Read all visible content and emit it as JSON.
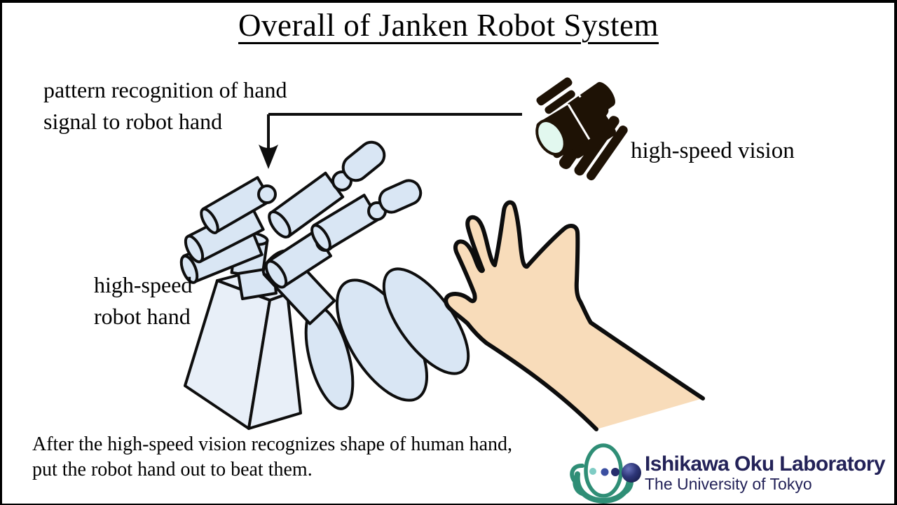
{
  "slide": {
    "title": "Overall of Janken Robot System",
    "annotations": {
      "pattern_line1": "pattern recognition of hand",
      "pattern_line2": "signal to robot hand",
      "vision_label": "high-speed vision",
      "robot_hand_label_line1": "high-speed",
      "robot_hand_label_line2": "robot hand",
      "caption_line1": "After the high-speed vision recognizes shape of human hand,",
      "caption_line2": "put the robot hand out to beat them."
    },
    "logo": {
      "org": "Ishikawa Oku Laboratory",
      "subtitle": "The University of Tokyo"
    },
    "illustrations": {
      "camera_icon": "high-speed-camera-illustration",
      "robot_hand_icon": "robot-hand-on-pyramid-base-illustration",
      "human_hand_icon": "open-human-hand-paper-gesture-illustration",
      "arrow_icon": "signal-flow-arrow-from-camera-to-robot-hand",
      "logo_mark_icon": "ishikawa-oku-lab-flower-mark"
    },
    "colors": {
      "background": "#ffffff",
      "text": "#000000",
      "outline": "#0e0e0e",
      "robot_part_fill": "#d9e6f4",
      "robot_base_fill": "#e8eff8",
      "human_hand_fill": "#f8dcba",
      "camera_dark": "#1e1205",
      "camera_lens": "#e2f8ef",
      "logo_teal": "#2f8e76",
      "logo_navy": "#272e6d",
      "logo_text_navy": "#232258"
    }
  }
}
